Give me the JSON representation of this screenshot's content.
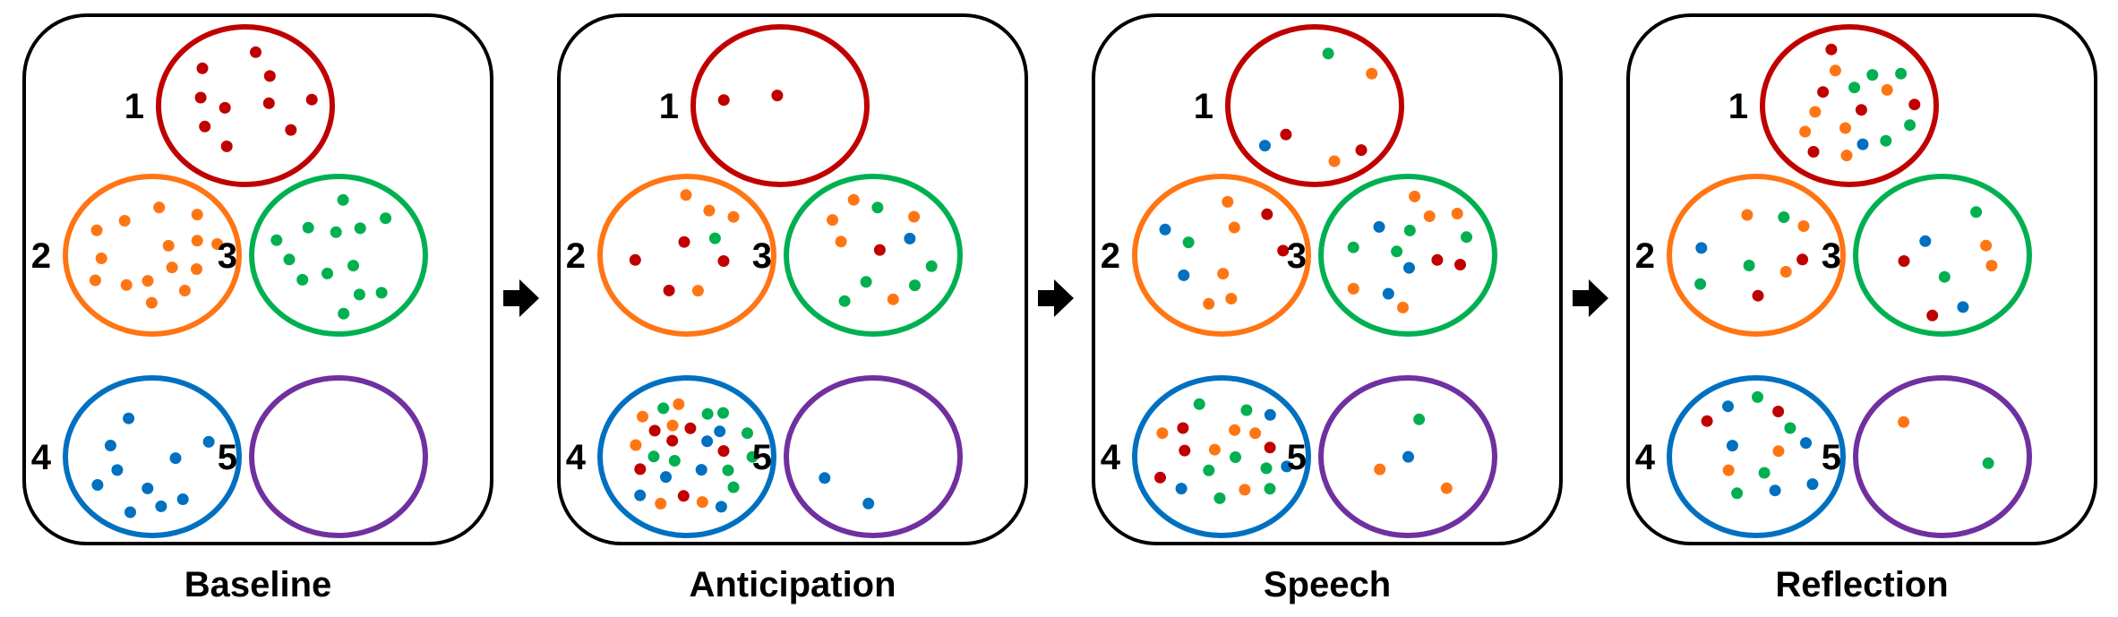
{
  "colors": {
    "red": "#c00000",
    "orange": "#ff7514",
    "green": "#00b050",
    "blue": "#0070c0",
    "purple": "#7030a0"
  },
  "icons": {
    "arrow": "right-arrow-icon"
  },
  "panels": [
    {
      "label": "Baseline",
      "clusters": [
        {
          "number": "1",
          "color": "red",
          "dots": {
            "red": 10
          }
        },
        {
          "number": "2",
          "color": "orange",
          "dots": {
            "orange": 15
          }
        },
        {
          "number": "3",
          "color": "green",
          "dots": {
            "green": 13
          }
        },
        {
          "number": "4",
          "color": "blue",
          "dots": {
            "blue": 10
          }
        },
        {
          "number": "5",
          "color": "purple",
          "dots": {}
        }
      ]
    },
    {
      "label": "Anticipation",
      "clusters": [
        {
          "number": "1",
          "color": "red",
          "dots": {
            "red": 2
          }
        },
        {
          "number": "2",
          "color": "orange",
          "dots": {
            "red": 4,
            "orange": 4,
            "green": 1
          }
        },
        {
          "number": "3",
          "color": "green",
          "dots": {
            "red": 1,
            "orange": 5,
            "green": 5,
            "blue": 1
          }
        },
        {
          "number": "4",
          "color": "blue",
          "dots": {
            "red": 6,
            "orange": 6,
            "green": 9,
            "blue": 6
          }
        },
        {
          "number": "5",
          "color": "purple",
          "dots": {
            "blue": 2
          }
        }
      ]
    },
    {
      "label": "Speech",
      "clusters": [
        {
          "number": "1",
          "color": "red",
          "dots": {
            "red": 2,
            "orange": 2,
            "green": 1,
            "blue": 1
          }
        },
        {
          "number": "2",
          "color": "orange",
          "dots": {
            "red": 2,
            "orange": 5,
            "green": 1,
            "blue": 2
          }
        },
        {
          "number": "3",
          "color": "green",
          "dots": {
            "red": 2,
            "orange": 5,
            "green": 4,
            "blue": 3
          }
        },
        {
          "number": "4",
          "color": "blue",
          "dots": {
            "red": 4,
            "orange": 5,
            "green": 7,
            "blue": 3
          }
        },
        {
          "number": "5",
          "color": "purple",
          "dots": {
            "orange": 2,
            "green": 1,
            "blue": 1
          }
        }
      ]
    },
    {
      "label": "Reflection",
      "clusters": [
        {
          "number": "1",
          "color": "red",
          "dots": {
            "red": 5,
            "orange": 6,
            "green": 5,
            "blue": 1
          }
        },
        {
          "number": "2",
          "color": "orange",
          "dots": {
            "red": 2,
            "orange": 3,
            "green": 3,
            "blue": 1
          }
        },
        {
          "number": "3",
          "color": "green",
          "dots": {
            "red": 2,
            "orange": 2,
            "green": 2,
            "blue": 2
          }
        },
        {
          "number": "4",
          "color": "blue",
          "dots": {
            "red": 2,
            "orange": 2,
            "green": 4,
            "blue": 5
          }
        },
        {
          "number": "5",
          "color": "purple",
          "dots": {
            "orange": 1,
            "green": 1
          }
        }
      ]
    }
  ]
}
